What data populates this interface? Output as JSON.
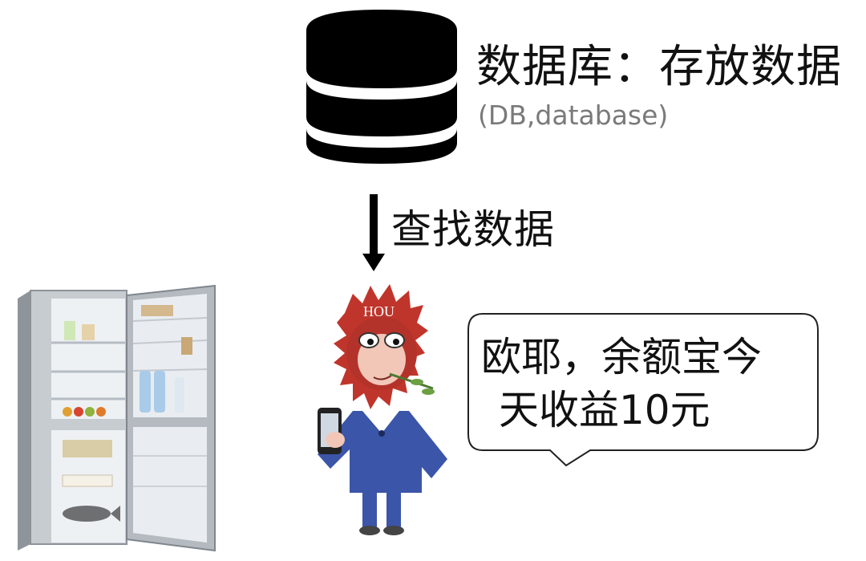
{
  "database": {
    "title": "数据库：存放数据",
    "subtitle": "(DB,database)",
    "icon": "database-cylinder-icon",
    "color": "#000000"
  },
  "query": {
    "label": "查找数据",
    "icon": "down-arrow-icon"
  },
  "character": {
    "head_label": "HOU",
    "fur_color": "#c0352b",
    "suit_color": "#3b55a8"
  },
  "speech_bubble": {
    "line1": "欧耶，余额宝今",
    "line2": "天收益10元"
  },
  "fridge": {
    "icon": "refrigerator-illustration"
  }
}
